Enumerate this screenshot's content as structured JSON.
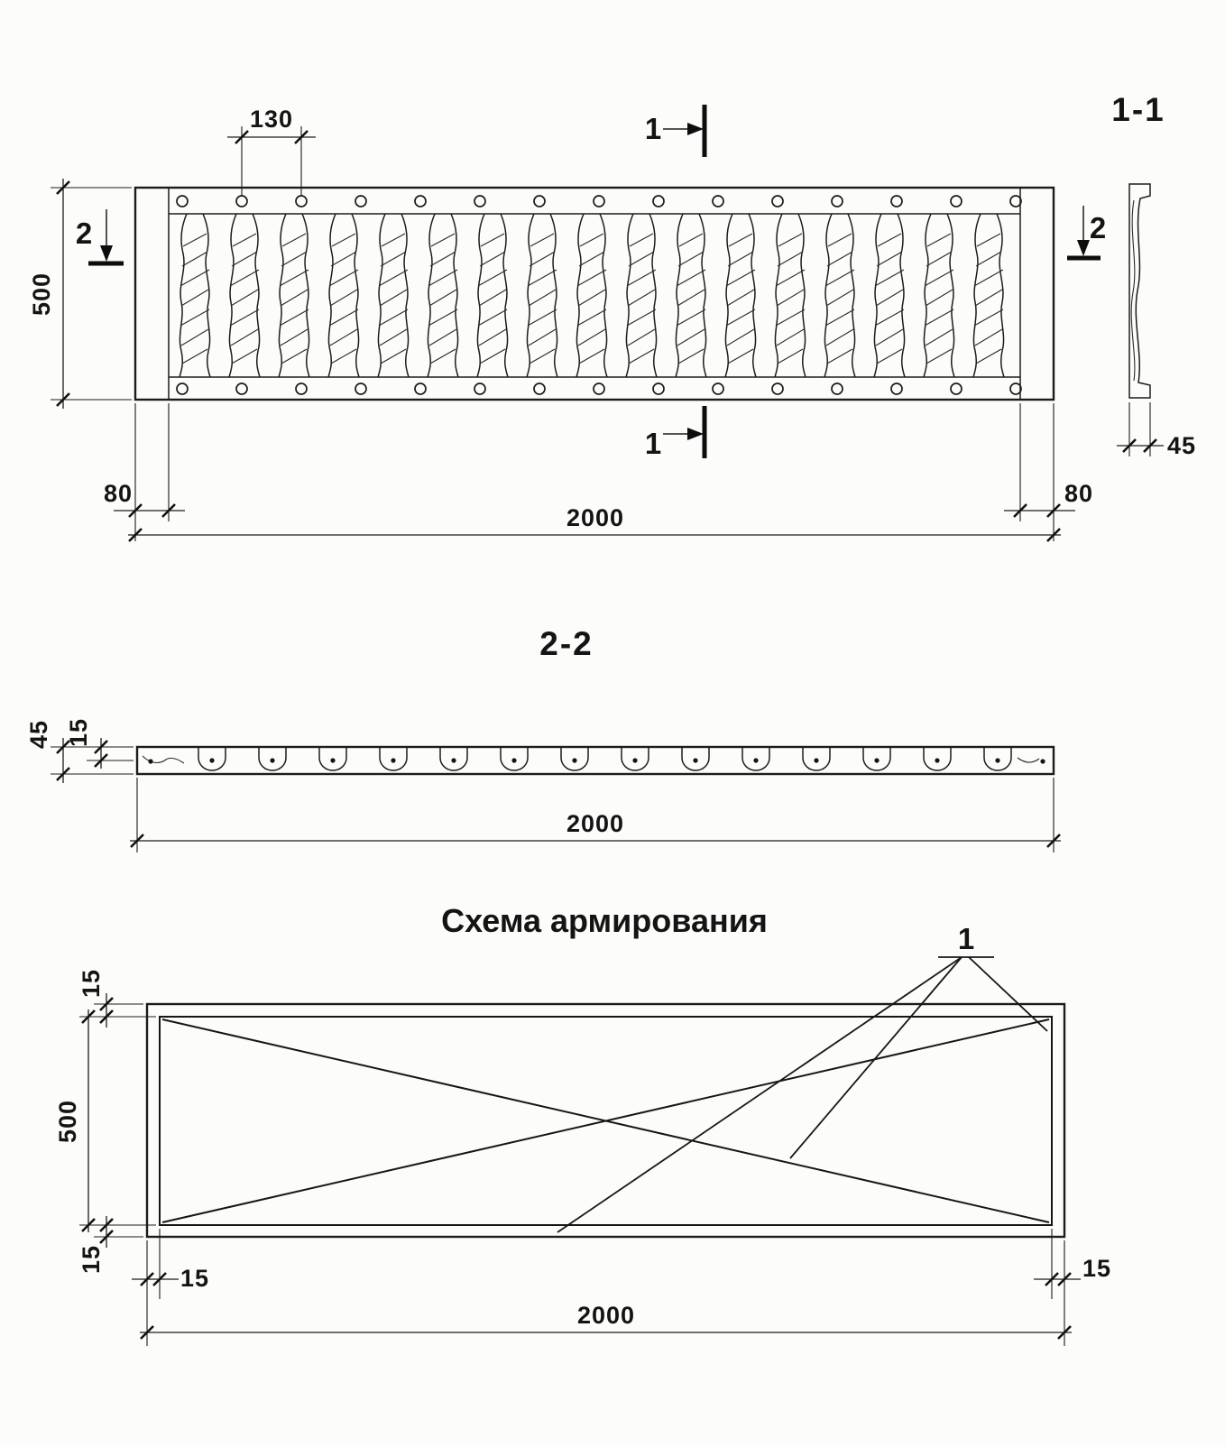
{
  "drawing": {
    "reinforcement_title": "Схема армирования",
    "labels": {
      "section_cut_1": "1",
      "section_cut_2": "2",
      "view_1_1": "1-1",
      "view_2_2": "2-2",
      "rebar_mark": "1"
    },
    "dimensions": {
      "baluster_spacing": "130",
      "panel_height": "500",
      "end_margin": "80",
      "panel_length": "2000",
      "thickness": "45",
      "cover": "15"
    }
  }
}
